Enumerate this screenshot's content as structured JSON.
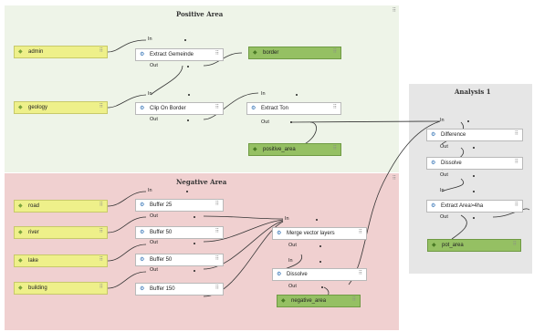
{
  "groups": {
    "positive": {
      "title": "Positive Area",
      "color": "#eef4e8"
    },
    "negative": {
      "title": "Negative Area",
      "color": "#f0d0d0"
    },
    "analysis": {
      "title": "Analysis 1",
      "color": "#e6e6e6"
    }
  },
  "nodes": {
    "admin": "admin",
    "geology": "geology",
    "road": "road",
    "river": "river",
    "lake": "lake",
    "building": "building",
    "extract_gemeinde": "Extract Gemeinde",
    "clip_on_border": "Clip On Border",
    "extract_ton": "Extract Ton",
    "border": "border",
    "positive_area": "positive_area",
    "buffer_25": "Buffer 25",
    "buffer_50a": "Buffer 50",
    "buffer_50b": "Buffer 50",
    "buffer_150": "Buffer 150",
    "merge": "Merge vector layers",
    "dissolve_neg": "Dissolve",
    "negative_area": "negative_area",
    "difference": "Difference",
    "dissolve_an": "Dissolve",
    "extract_area": "Extract Area>4ha",
    "pot_area": "pot_area"
  },
  "ports": {
    "in": "In",
    "out": "Out"
  },
  "grip_glyph": "⠿",
  "icons": {
    "input": "diamond-icon",
    "algorithm": "gear-icon",
    "output": "diamond-icon"
  },
  "colors": {
    "input_fill": "#eef08a",
    "output_fill": "#95c063",
    "wire": "#333333"
  }
}
